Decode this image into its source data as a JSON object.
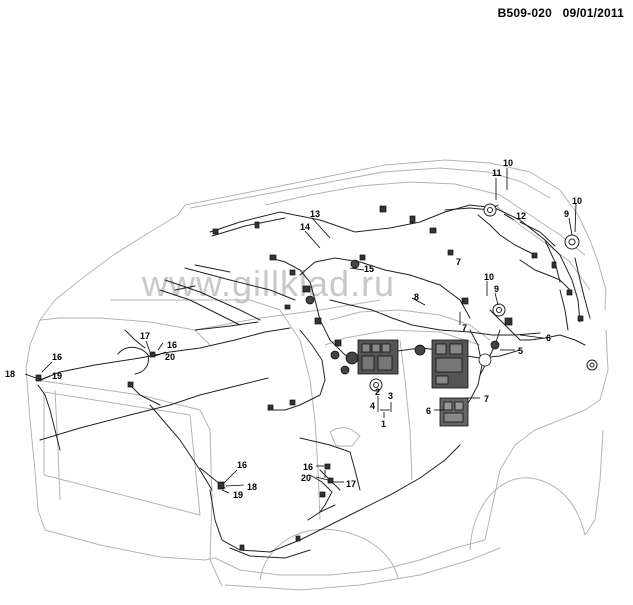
{
  "header": {
    "part_ref": "B509-020",
    "date": "09/01/2011"
  },
  "watermark": "www.gillklad.ru",
  "callouts": {
    "n1": "1",
    "n2": "2",
    "n3": "3",
    "n4": "4",
    "n5": "5",
    "n6a": "6",
    "n6b": "6",
    "n7a": "7",
    "n7b": "7",
    "n7c": "7",
    "n8": "8",
    "n9a": "9",
    "n9b": "9",
    "n10a": "10",
    "n10b": "10",
    "n10c": "10",
    "n11": "11",
    "n12": "12",
    "n13": "13",
    "n14": "14",
    "n15": "15",
    "n16a": "16",
    "n16b": "16",
    "n16c": "16",
    "n16d": "16",
    "n17a": "17",
    "n17b": "17",
    "n18a": "18",
    "n18b": "18",
    "n19a": "19",
    "n19b": "19",
    "n20a": "20",
    "n20b": "20"
  },
  "colors": {
    "outline": "#b4b4b4",
    "harness": "#222222",
    "text": "#000000"
  }
}
